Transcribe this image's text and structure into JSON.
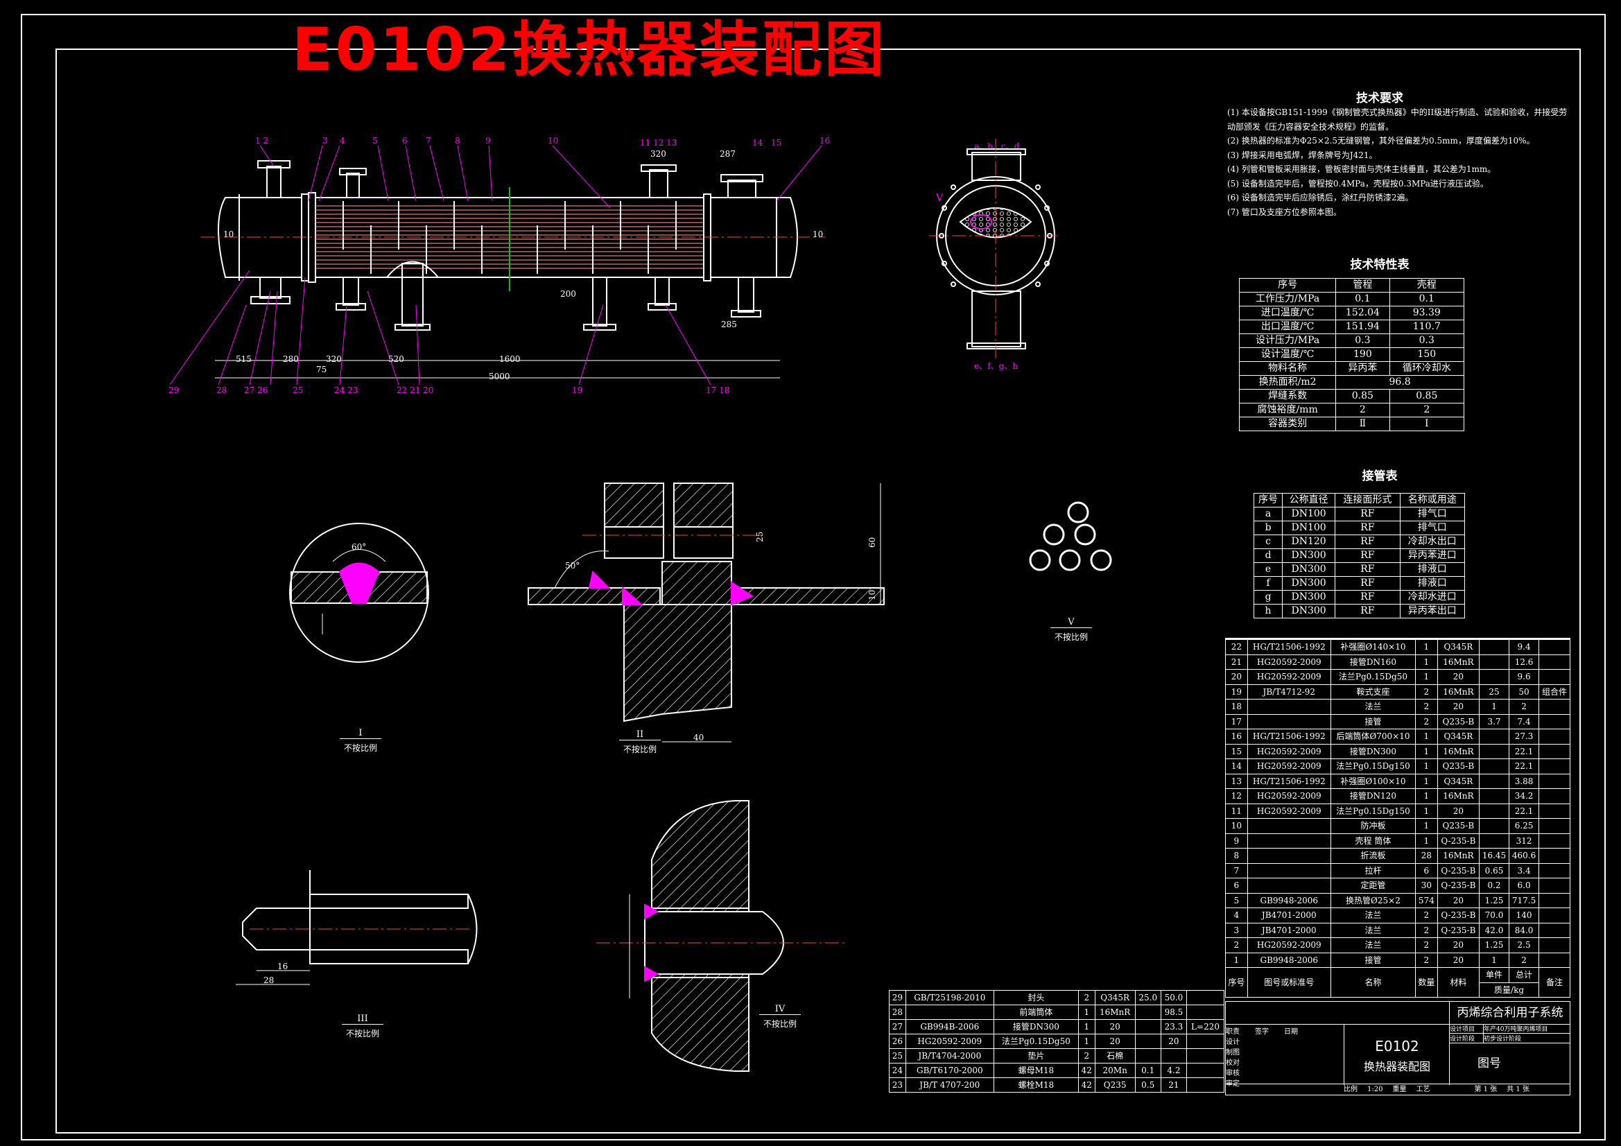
{
  "title": "E0102换热器装配图",
  "tech_requirements": {
    "title": "技术要求",
    "notes": [
      "(1) 本设备按GB151-1999《钢制管壳式换热器》中的II级进行制造、试验和验收，并接受劳",
      "动部颁发《压力容器安全技术规程》的监督。",
      "(2) 换热器的标准为Φ25×2.5无缝钢管，其外径偏差为0.5mm，厚度偏差为10%。",
      "(3) 焊接采用电弧焊，焊条牌号为J421。",
      "(4) 列管和管板采用胀接，管板密封面与壳体主线垂直，其公差为1mm。",
      "(5) 设备制造完毕后，管程按0.4MPa，壳程按0.3MPa进行液压试验。",
      "(6) 设备制造完毕后应除锈后，涂红丹防锈漆2遍。",
      "(7) 管口及支座方位参照本图。"
    ]
  },
  "char_table": {
    "title": "技术特性表",
    "headers": [
      "序号",
      "管程",
      "壳程"
    ],
    "rows": [
      [
        "工作压力/MPa",
        "0.1",
        "0.1"
      ],
      [
        "进口温度/℃",
        "152.04",
        "93.39"
      ],
      [
        "出口温度/℃",
        "151.94",
        "110.7"
      ],
      [
        "设计压力/MPa",
        "0.3",
        "0.3"
      ],
      [
        "设计温度/℃",
        "190",
        "150"
      ],
      [
        "物料名称",
        "异丙苯",
        "循环冷却水"
      ],
      [
        "换热面积/m2",
        "96.8",
        ""
      ],
      [
        "焊缝系数",
        "0.85",
        "0.85"
      ],
      [
        "腐蚀裕度/mm",
        "2",
        "2"
      ],
      [
        "容器类别",
        "Ⅱ",
        "Ⅰ"
      ]
    ]
  },
  "nozzle_table": {
    "title": "接管表",
    "headers": [
      "序号",
      "公称直径",
      "连接面形式",
      "名称或用途"
    ],
    "rows": [
      [
        "a",
        "DN100",
        "RF",
        "排气口"
      ],
      [
        "b",
        "DN100",
        "RF",
        "排气口"
      ],
      [
        "c",
        "DN120",
        "RF",
        "冷却水出口"
      ],
      [
        "d",
        "DN300",
        "RF",
        "异丙苯进口"
      ],
      [
        "e",
        "DN300",
        "RF",
        "排液口"
      ],
      [
        "f",
        "DN300",
        "RF",
        "排液口"
      ],
      [
        "g",
        "DN300",
        "RF",
        "冷却水进口"
      ],
      [
        "h",
        "DN300",
        "RF",
        "异丙苯出口"
      ]
    ]
  },
  "parts_list": {
    "headers": [
      "序号",
      "图号或标准号",
      "名称",
      "数量",
      "材料",
      "单件",
      "总计",
      "备注"
    ],
    "weight_header": "质量/kg",
    "rows": [
      [
        "22",
        "HG/T21506-1992",
        "补强圈Ø140×10",
        "1",
        "Q345R",
        "",
        "9.4",
        ""
      ],
      [
        "21",
        "HG20592-2009",
        "接管DN160",
        "1",
        "16MnR",
        "",
        "12.6",
        ""
      ],
      [
        "20",
        "HG20592-2009",
        "法兰Pg0.15Dg50",
        "1",
        "20",
        "",
        "9.6",
        ""
      ],
      [
        "19",
        "JB/T4712-92",
        "鞍式支座",
        "2",
        "16MnR",
        "25",
        "50",
        "组合件"
      ],
      [
        "18",
        "",
        "法兰",
        "2",
        "20",
        "1",
        "2",
        ""
      ],
      [
        "17",
        "",
        "接管",
        "2",
        "Q235-B",
        "3.7",
        "7.4",
        ""
      ],
      [
        "16",
        "HG/T21506-1992",
        "后端筒体Ø700×10",
        "1",
        "Q345R",
        "",
        "27.3",
        ""
      ],
      [
        "15",
        "HG20592-2009",
        "接管DN300",
        "1",
        "16MnR",
        "",
        "22.1",
        ""
      ],
      [
        "14",
        "HG20592-2009",
        "法兰Pg0.15Dg150",
        "1",
        "Q235-B",
        "",
        "22.1",
        ""
      ],
      [
        "13",
        "HG/T21506-1992",
        "补强圈Ø100×10",
        "1",
        "Q345R",
        "",
        "3.88",
        ""
      ],
      [
        "12",
        "HG20592-2009",
        "接管DN120",
        "1",
        "16MnR",
        "",
        "34.2",
        ""
      ],
      [
        "11",
        "HG20592-2009",
        "法兰Pg0.15Dg150",
        "1",
        "20",
        "",
        "22.1",
        ""
      ],
      [
        "10",
        "",
        "防冲板",
        "1",
        "Q235-B",
        "",
        "6.25",
        ""
      ],
      [
        "9",
        "",
        "壳程 筒体",
        "1",
        "Q-235-B",
        "",
        "312",
        ""
      ],
      [
        "8",
        "",
        "折流板",
        "28",
        "16MnR",
        "16.45",
        "460.6",
        ""
      ],
      [
        "7",
        "",
        "拉杆",
        "6",
        "Q-235-B",
        "0.65",
        "3.4",
        ""
      ],
      [
        "6",
        "",
        "定距管",
        "30",
        "Q-235-B",
        "0.2",
        "6.0",
        ""
      ],
      [
        "5",
        "GB9948-2006",
        "换热管Ø25×2",
        "574",
        "20",
        "1.25",
        "717.5",
        ""
      ],
      [
        "4",
        "JB4701-2000",
        "法兰",
        "2",
        "Q-235-B",
        "70.0",
        "140",
        ""
      ],
      [
        "3",
        "JB4701-2000",
        "法兰",
        "2",
        "Q-235-B",
        "42.0",
        "84.0",
        ""
      ],
      [
        "2",
        "HG20592-2009",
        "法兰",
        "2",
        "20",
        "1.25",
        "2.5",
        ""
      ],
      [
        "1",
        "GB9948-2006",
        "接管",
        "2",
        "20",
        "1",
        "2",
        ""
      ]
    ]
  },
  "parts_list2": {
    "rows": [
      [
        "29",
        "GB/T25198-2010",
        "封头",
        "2",
        "Q345R",
        "25.0",
        "50.0",
        ""
      ],
      [
        "28",
        "",
        "前端筒体",
        "1",
        "16MnR",
        "",
        "98.5",
        ""
      ],
      [
        "27",
        "GB994B-2006",
        "接管DN300",
        "1",
        "20",
        "",
        "23.3",
        "L=220"
      ],
      [
        "26",
        "HG20592-2009",
        "法兰Pg0.15Dg50",
        "1",
        "20",
        "",
        "20",
        ""
      ],
      [
        "25",
        "JB/T4704-2000",
        "垫片",
        "2",
        "石棉",
        "",
        "",
        ""
      ],
      [
        "24",
        "GB/T6170-2000",
        "螺母M18",
        "42",
        "20Mn",
        "0.1",
        "4.2",
        ""
      ],
      [
        "23",
        "JB/T 4707-200",
        "螺栓M18",
        "42",
        "Q235",
        "0.5",
        "21",
        ""
      ]
    ]
  },
  "title_block": {
    "system": "丙烯综合利用子系统",
    "drawing_code": "E0102",
    "drawing_name": "换热器装配图",
    "drawing_no_label": "图号",
    "left_labels": [
      "职责",
      "设计",
      "制图",
      "校对",
      "审核",
      "审定"
    ],
    "col_labels": [
      "签字",
      "日期"
    ],
    "right_labels": [
      "设计项目",
      "年产40万吨聚丙烯项目",
      "设计阶段",
      "初步设计阶段"
    ],
    "scale_label": "比例",
    "scale": "1:20",
    "weight_label": "重量",
    "craft_label": "工艺",
    "sheet": "第 1 张",
    "total": "共 1 张"
  },
  "detail_labels": {
    "I": "I",
    "II": "II",
    "III": "III",
    "IV": "IV",
    "V": "V",
    "not_to_scale": "不按比例"
  },
  "dims": {
    "d515": "515",
    "d280": "280",
    "d320a": "320",
    "d520": "520",
    "d1600": "1600",
    "d5000": "5000",
    "d75": "75",
    "d320": "320",
    "d287": "287",
    "d285": "285",
    "d200": "200",
    "d10": "10",
    "d60": "60",
    "d25": "25",
    "d40": "40",
    "d16": "16",
    "d28": "28",
    "ang60": "60°",
    "ang50": "50°"
  },
  "colors": {
    "title": "#ff0000",
    "magenta": "#ff00ff",
    "green": "#00cc00",
    "line": "#ffffff"
  }
}
